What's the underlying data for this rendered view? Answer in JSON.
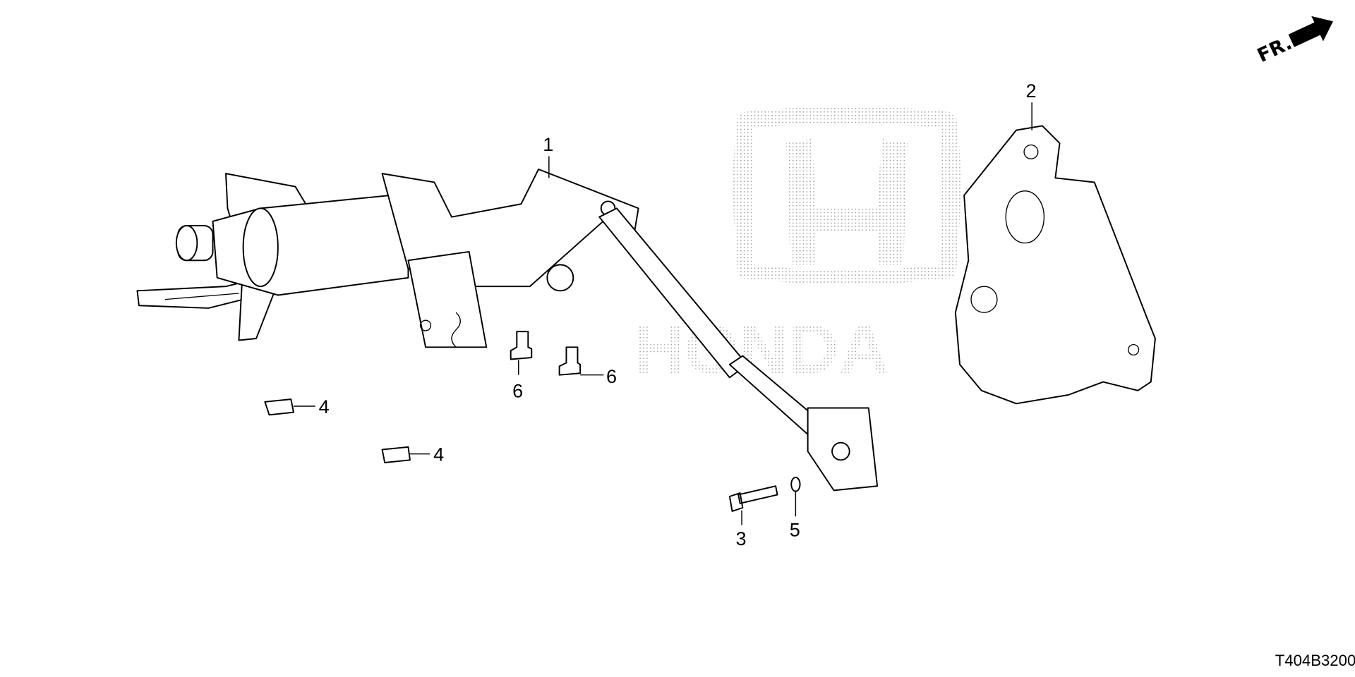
{
  "diagram": {
    "code": "T404B3200",
    "direction_label": "FR.",
    "watermark": "HONDA",
    "callouts": [
      {
        "id": "1",
        "label": "1"
      },
      {
        "id": "2",
        "label": "2"
      },
      {
        "id": "3",
        "label": "3"
      },
      {
        "id": "4a",
        "label": "4"
      },
      {
        "id": "4b",
        "label": "4"
      },
      {
        "id": "5",
        "label": "5"
      },
      {
        "id": "6a",
        "label": "6"
      },
      {
        "id": "6b",
        "label": "6"
      }
    ]
  }
}
